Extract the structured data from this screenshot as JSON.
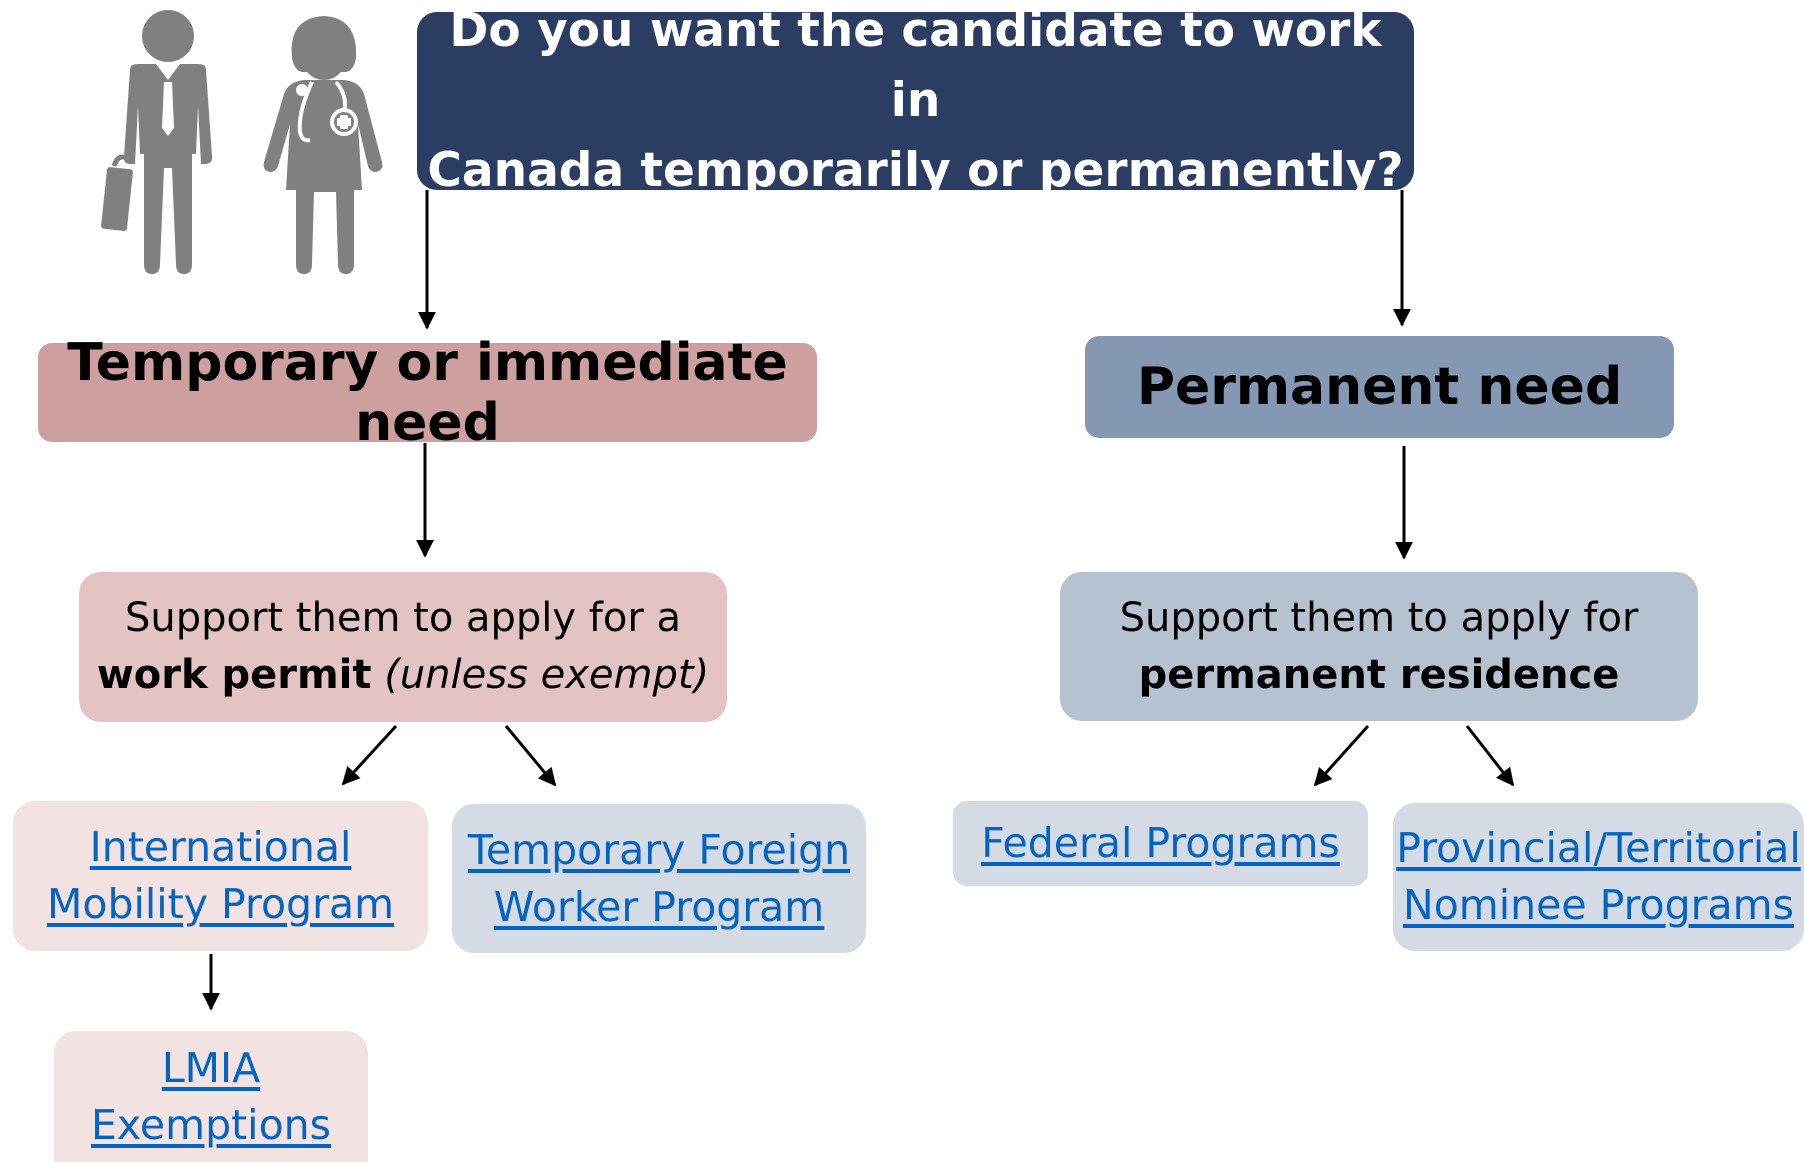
{
  "question": {
    "line1": "Do you want the candidate to work in",
    "line2": "Canada temporarily or permanently?"
  },
  "temporary": {
    "title": "Temporary or immediate need",
    "support_line1": "Support them to apply for a",
    "support_bold": "work permit",
    "support_italic": "(unless exempt)",
    "programs": [
      {
        "line1": "International",
        "line2": "Mobility Program"
      },
      {
        "line1": "Temporary Foreign",
        "line2": "Worker Program"
      }
    ],
    "sub_program": {
      "line1": "LMIA",
      "line2": "Exemptions"
    }
  },
  "permanent": {
    "title": "Permanent need",
    "support_line1": "Support them to apply for",
    "support_bold": "permanent residence",
    "programs": [
      {
        "line1": "Federal Programs"
      },
      {
        "line1": "Provincial/Territorial",
        "line2": "Nominee Programs"
      }
    ]
  },
  "icons": [
    "businessman-icon",
    "doctor-icon"
  ],
  "colors": {
    "question_bg": "#2b3d63",
    "temporary_header": "#cd9f9f",
    "permanent_header": "#8598b3",
    "temporary_support": "#e4c3c3",
    "permanent_support": "#b7c2d0",
    "temporary_program": "#f2e2e2",
    "permanent_program": "#d4dbe4",
    "link": "#0563c1",
    "icon_gray": "#808080"
  }
}
